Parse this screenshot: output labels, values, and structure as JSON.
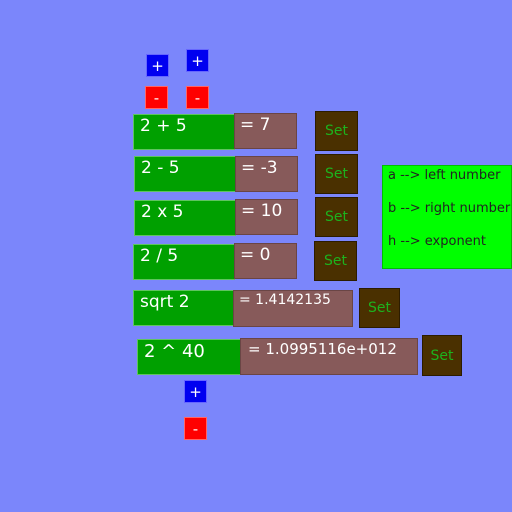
{
  "top_controls": {
    "left_plus": "+",
    "right_plus": "+",
    "left_minus": "-",
    "right_minus": "-"
  },
  "rows": [
    {
      "expression": "2 + 5",
      "result": "= 7",
      "set_label": "Set"
    },
    {
      "expression": "2 - 5",
      "result": "= -3",
      "set_label": "Set"
    },
    {
      "expression": "2 x 5",
      "result": "= 10",
      "set_label": "Set"
    },
    {
      "expression": "2 / 5",
      "result": "= 0",
      "set_label": "Set"
    },
    {
      "expression": "sqrt 2",
      "result": "= 1.4142135",
      "set_label": "Set"
    },
    {
      "expression": "2 ^ 40",
      "result": "= 1.0995116e+012",
      "set_label": "Set"
    }
  ],
  "exponent_controls": {
    "plus": "+",
    "minus": "-"
  },
  "legend": {
    "line1": "a --> left number",
    "line2": "b --> right number",
    "line3": "h --> exponent"
  },
  "colors": {
    "background": "#7b86fb",
    "expression_bg": "#00a000",
    "result_bg": "#875a5a",
    "set_bg": "#4a3000",
    "set_text": "#1db21d",
    "plus_bg": "#0000f0",
    "minus_bg": "#ff0000",
    "legend_bg": "#00ff00"
  }
}
